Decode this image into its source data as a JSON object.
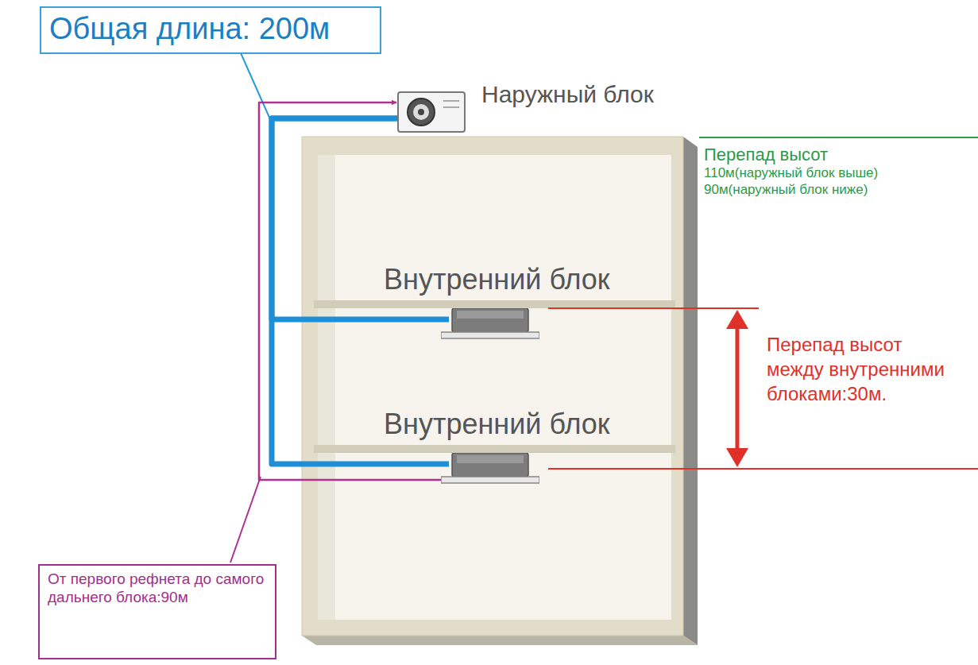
{
  "diagram": {
    "nodes": [
      {
        "text": [
          "Общая длина: 200м"
        ]
      },
      {
        "text": [
          "Наружный блок"
        ]
      },
      {
        "text": [
          "Внутренний блок"
        ]
      },
      {
        "text": [
          "Внутренний блок"
        ]
      },
      {
        "text": [
          "Перепад высот",
          "110м(наружный блок выше)",
          "90м(наружный блок ниже)"
        ]
      },
      {
        "text": [
          "От первого рефнета до самого дальнего блока:90м"
        ]
      }
    ],
    "edges": [
      {
        "from": 1,
        "to": 2,
        "arrow": "none"
      },
      {
        "from": 1,
        "to": 3,
        "arrow": "none"
      },
      {
        "from": 1,
        "to": 3,
        "arrow": "both"
      }
    ],
    "labels": [
      "Перепад высот между внутренними блоками:30м."
    ]
  }
}
